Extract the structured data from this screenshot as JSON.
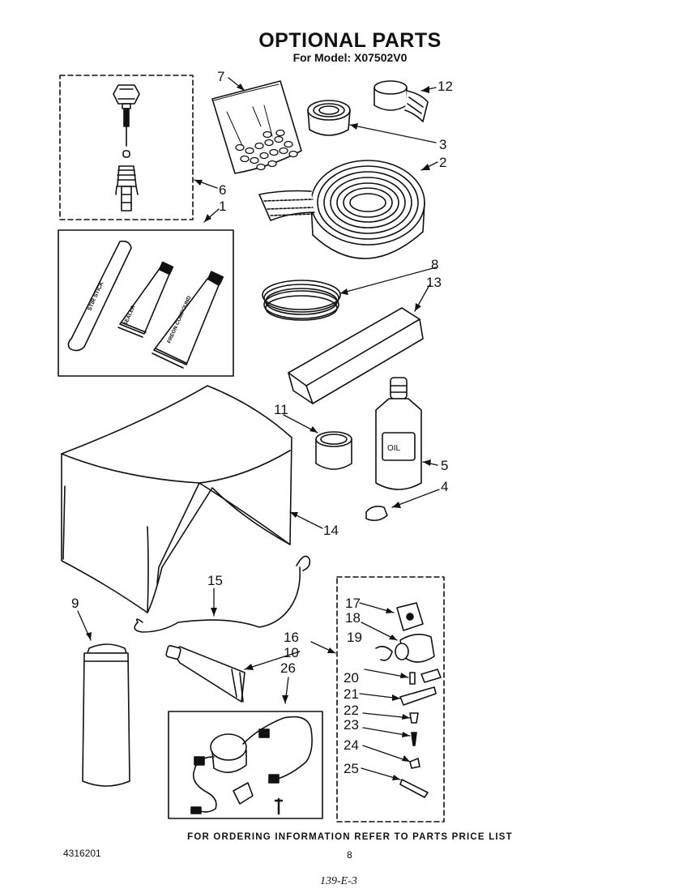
{
  "header": {
    "title": "OPTIONAL PARTS",
    "subtitle": "For Model: X07502V0"
  },
  "product_labels": {
    "stir_stick": "STIR STICK",
    "sealer_tube": "SEALER",
    "freon_tube": "FREON COMPOUND",
    "oil_bottle": "OIL"
  },
  "callouts": [
    "1",
    "2",
    "3",
    "4",
    "5",
    "6",
    "7",
    "8",
    "9",
    "10",
    "11",
    "12",
    "13",
    "14",
    "15",
    "16",
    "17",
    "18",
    "19",
    "20",
    "21",
    "22",
    "23",
    "24",
    "25",
    "26"
  ],
  "footer": {
    "ordering_note": "FOR ORDERING INFORMATION REFER TO PARTS PRICE LIST",
    "document_number": "4316201",
    "page_number": "8",
    "handwritten_note": "139-E-3"
  }
}
